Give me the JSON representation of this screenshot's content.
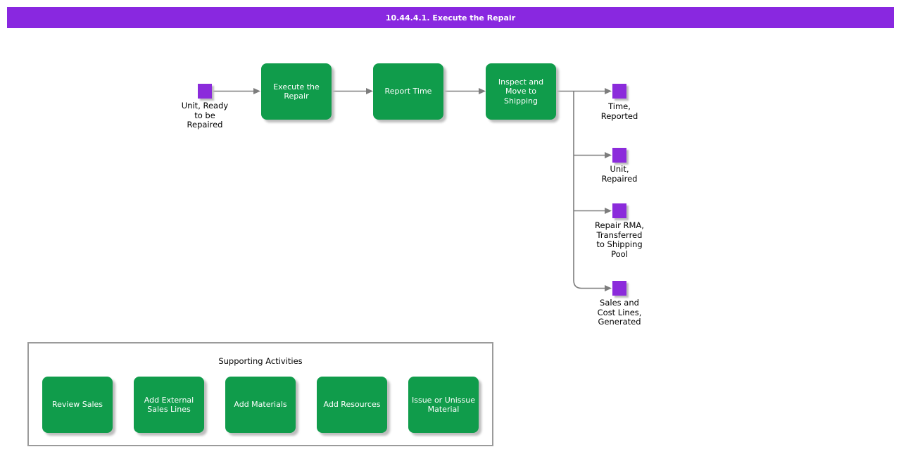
{
  "page": {
    "title": "10.44.4.1. Execute the Repair"
  },
  "colors": {
    "title_bar_purple": "#8928e0",
    "artifact_purple": "#8b2bdb",
    "process_green": "#109c4b",
    "connector_gray": "#7d7d7d",
    "panel_border_gray": "#9b9b9b"
  },
  "flow": {
    "inputs": [
      {
        "label": "Unit, Ready\nto be\nRepaired"
      }
    ],
    "steps": [
      {
        "label": "Execute the\nRepair"
      },
      {
        "label": "Report Time"
      },
      {
        "label": "Inspect and\nMove to\nShipping"
      }
    ],
    "outputs": [
      {
        "label": "Time,\nReported"
      },
      {
        "label": "Unit,\nRepaired"
      },
      {
        "label": "Repair RMA,\nTransferred\nto Shipping\nPool"
      },
      {
        "label": "Sales and\nCost Lines,\nGenerated"
      }
    ]
  },
  "supporting": {
    "title": "Supporting Activities",
    "activities": [
      {
        "label": "Review Sales"
      },
      {
        "label": "Add External\nSales Lines"
      },
      {
        "label": "Add Materials"
      },
      {
        "label": "Add Resources"
      },
      {
        "label": "Issue or Unissue\nMaterial"
      }
    ]
  }
}
